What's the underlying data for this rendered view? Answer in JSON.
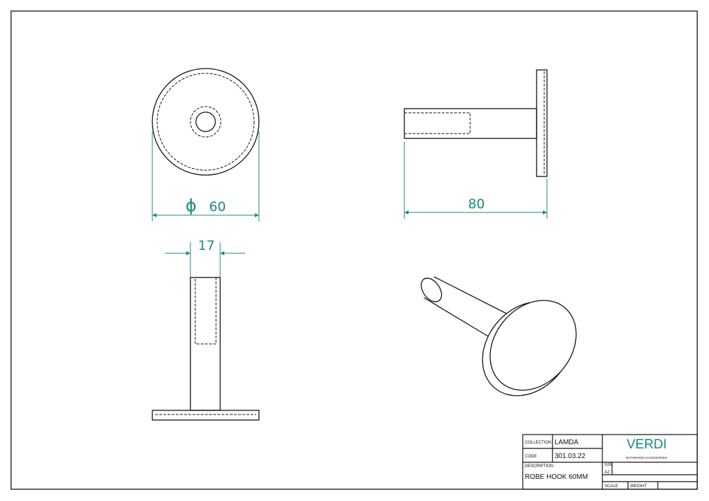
{
  "dimensions": {
    "diameter_symbol": "ϕ",
    "diameter": "60",
    "length": "80",
    "rod_width": "17"
  },
  "title_block": {
    "collection_label": "COLLECTION",
    "collection_value": "LAMDA",
    "code_label": "CODE",
    "code_value": "301.03.22",
    "description_label": "DESCRIPTION :",
    "description_value": "ROBE HOOK 60MM",
    "brand": "VERDI",
    "brand_tagline": "BATHROOM ACCESSORIES",
    "size_label": "SIZE",
    "size_value": "A2",
    "scale_label": "SCALE",
    "weight_label": "WEIGHT"
  },
  "colors": {
    "dimension": "#1a8a80",
    "line": "#111111"
  }
}
